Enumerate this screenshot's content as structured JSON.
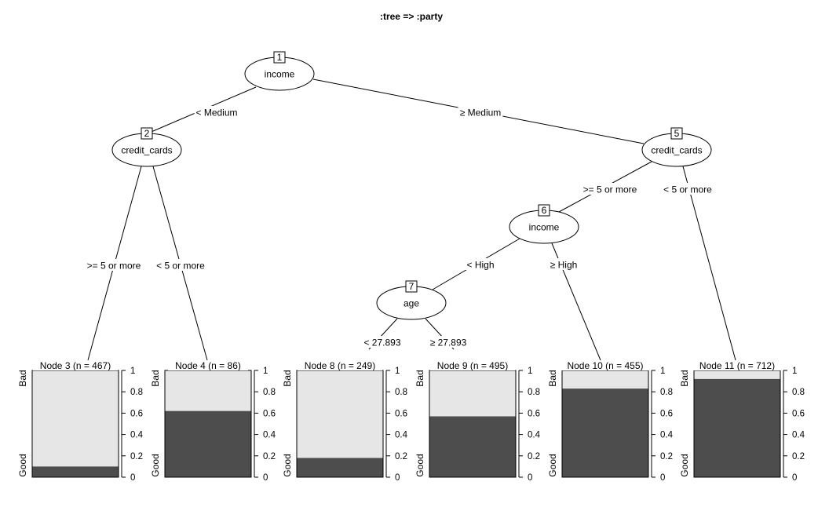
{
  "title": ":tree => :party",
  "inner_nodes": [
    {
      "id": "1",
      "label": "income"
    },
    {
      "id": "2",
      "label": "credit_cards"
    },
    {
      "id": "5",
      "label": "credit_cards"
    },
    {
      "id": "6",
      "label": "income"
    },
    {
      "id": "7",
      "label": "age"
    }
  ],
  "edges": [
    {
      "from": "1",
      "to": "2",
      "label": "< Medium"
    },
    {
      "from": "1",
      "to": "5",
      "label": "≥ Medium"
    },
    {
      "from": "2",
      "to": "3",
      "label": ">= 5 or more"
    },
    {
      "from": "2",
      "to": "4",
      "label": "< 5 or more"
    },
    {
      "from": "5",
      "to": "6",
      "label": ">= 5 or more"
    },
    {
      "from": "5",
      "to": "11",
      "label": "< 5 or more"
    },
    {
      "from": "6",
      "to": "7",
      "label": "< High"
    },
    {
      "from": "6",
      "to": "10",
      "label": "≥ High"
    },
    {
      "from": "7",
      "to": "8",
      "label": "< 27.893"
    },
    {
      "from": "7",
      "to": "9",
      "label": "≥ 27.893"
    }
  ],
  "terminal_nodes": [
    {
      "id": "3",
      "title": "Node 3 (n = 467)",
      "good_fraction": 0.1
    },
    {
      "id": "4",
      "title": "Node 4 (n = 86)",
      "good_fraction": 0.62
    },
    {
      "id": "8",
      "title": "Node 8 (n = 249)",
      "good_fraction": 0.18
    },
    {
      "id": "9",
      "title": "Node 9 (n = 495)",
      "good_fraction": 0.57
    },
    {
      "id": "10",
      "title": "Node 10 (n = 455)",
      "good_fraction": 0.83
    },
    {
      "id": "11",
      "title": "Node 11 (n = 712)",
      "good_fraction": 0.92
    }
  ],
  "class_labels": {
    "top": "Bad",
    "bottom": "Good"
  },
  "axis_ticks": [
    "0",
    "0.2",
    "0.4",
    "0.6",
    "0.8",
    "1"
  ],
  "colors": {
    "good": "#4d4d4d",
    "bad": "#e6e6e6",
    "stroke": "#000000",
    "background": "#ffffff"
  }
}
